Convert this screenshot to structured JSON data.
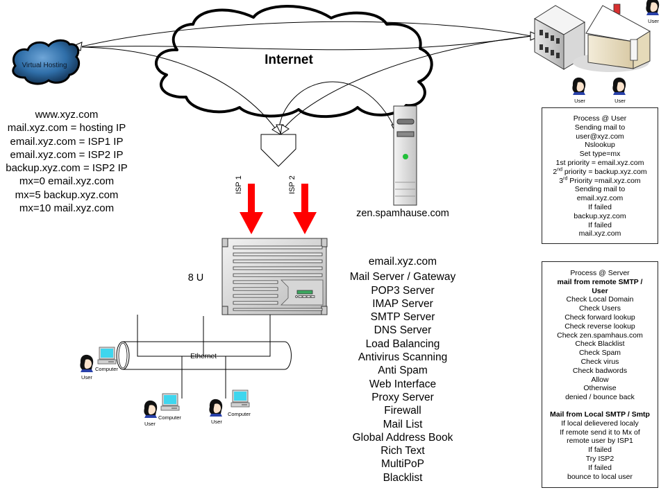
{
  "internet": {
    "label": "Internet"
  },
  "virtual_hosting": {
    "label": "Virtual Hosting"
  },
  "dns_records": [
    "www.xyz.com",
    "mail.xyz.com = hosting IP",
    "email.xyz.com = ISP1 IP",
    "email.xyz.com = ISP2 IP",
    "backup.xyz.com = ISP2 IP",
    "mx=0 email.xyz.com",
    "mx=5 backup.xyz.com",
    "mx=10 mail.xyz.com"
  ],
  "isp_links": [
    {
      "label": "ISP 1",
      "color": "#ff0000"
    },
    {
      "label": "ISP 2",
      "color": "#ff0000"
    }
  ],
  "spamhaus": {
    "label": "zen.spamhause.com",
    "led_color": "#22c03a"
  },
  "rack": {
    "size_label": "8 U"
  },
  "network": {
    "label": "Ethernet"
  },
  "clients": [
    {
      "user_label": "User",
      "computer_label": "Computer"
    },
    {
      "user_label": "User",
      "computer_label": "Computer"
    },
    {
      "user_label": "User",
      "computer_label": "Computer"
    }
  ],
  "remote_site": {
    "users": [
      {
        "label": "User"
      },
      {
        "label": "User"
      },
      {
        "label": "User"
      }
    ]
  },
  "services": {
    "hostname": "email.xyz.com",
    "items": [
      "Mail Server / Gateway",
      "POP3 Server",
      "IMAP Server",
      "SMTP Server",
      "DNS Server",
      "Load Balancing",
      "Antivirus Scanning",
      "Anti Spam",
      "Web Interface",
      "Proxy Server",
      "Firewall",
      "Mail List",
      "Global Address Book",
      "Rich Text",
      "MultiPoP",
      "Blacklist"
    ]
  },
  "process_user": {
    "lines": [
      "Process @ User",
      "Sending mail to",
      "user@xyz.com",
      "Nslookup",
      "Set type=mx",
      "1st priority = email.xyz.com"
    ],
    "priority2": {
      "ordinal": "2",
      "suffix": "nd",
      "text": " priority = backup.xyz.com"
    },
    "priority3": {
      "ordinal": "3",
      "suffix": "rd",
      "text": " Priority =mail.xyz.com"
    },
    "tail": [
      "Sending mail to",
      "email.xyz.com",
      "If failed",
      "backup.xyz.com",
      "If failed",
      "mail.xyz.com"
    ]
  },
  "process_server": {
    "title": "Process @ Server",
    "remote_heading": "mail from remote SMTP / User",
    "remote_steps": [
      "Check Local Domain",
      "Check Users",
      "Check forward lookup",
      "Check reverse lookup",
      "Check zen.spamhaus.com",
      "Check Blacklist",
      "Check Spam",
      "Check virus",
      "Check badwords",
      "Allow",
      "Otherwise",
      "denied / bounce back"
    ],
    "local_heading": "Mail from Local SMTP / Smtp",
    "local_steps": [
      "If local delievered localy",
      "If remote send it to Mx of",
      "remote user by ISP1",
      "If failed",
      "Try ISP2",
      "If failed",
      "bounce to local user"
    ]
  }
}
